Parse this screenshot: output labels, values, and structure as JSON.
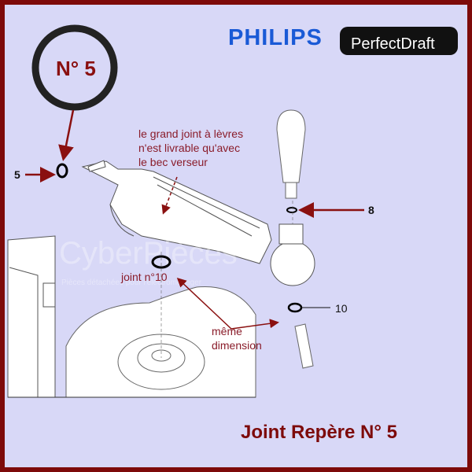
{
  "brand": {
    "logo": "PHILIPS",
    "product_logo": "PerfectDraft",
    "logo_color": "#1a5ad6"
  },
  "badge": {
    "label": "N° 5"
  },
  "callouts": {
    "lip_seal_note": [
      "le grand joint à lèvres",
      "n'est livrable qu'avec",
      "le bec verseur"
    ],
    "joint_10_label": "joint n°10",
    "same_size_note": [
      "même",
      "dimension"
    ]
  },
  "part_numbers": {
    "p5": "5",
    "p8": "8",
    "p10": "10"
  },
  "title": "Joint Repère N° 5",
  "watermark": {
    "text": "CyberPièces",
    "subtext": "Pièces détachées pour l'électroménager"
  },
  "colors": {
    "frame": "#7d0a0a",
    "background": "#d8d8f7",
    "accent": "#8a1010"
  }
}
